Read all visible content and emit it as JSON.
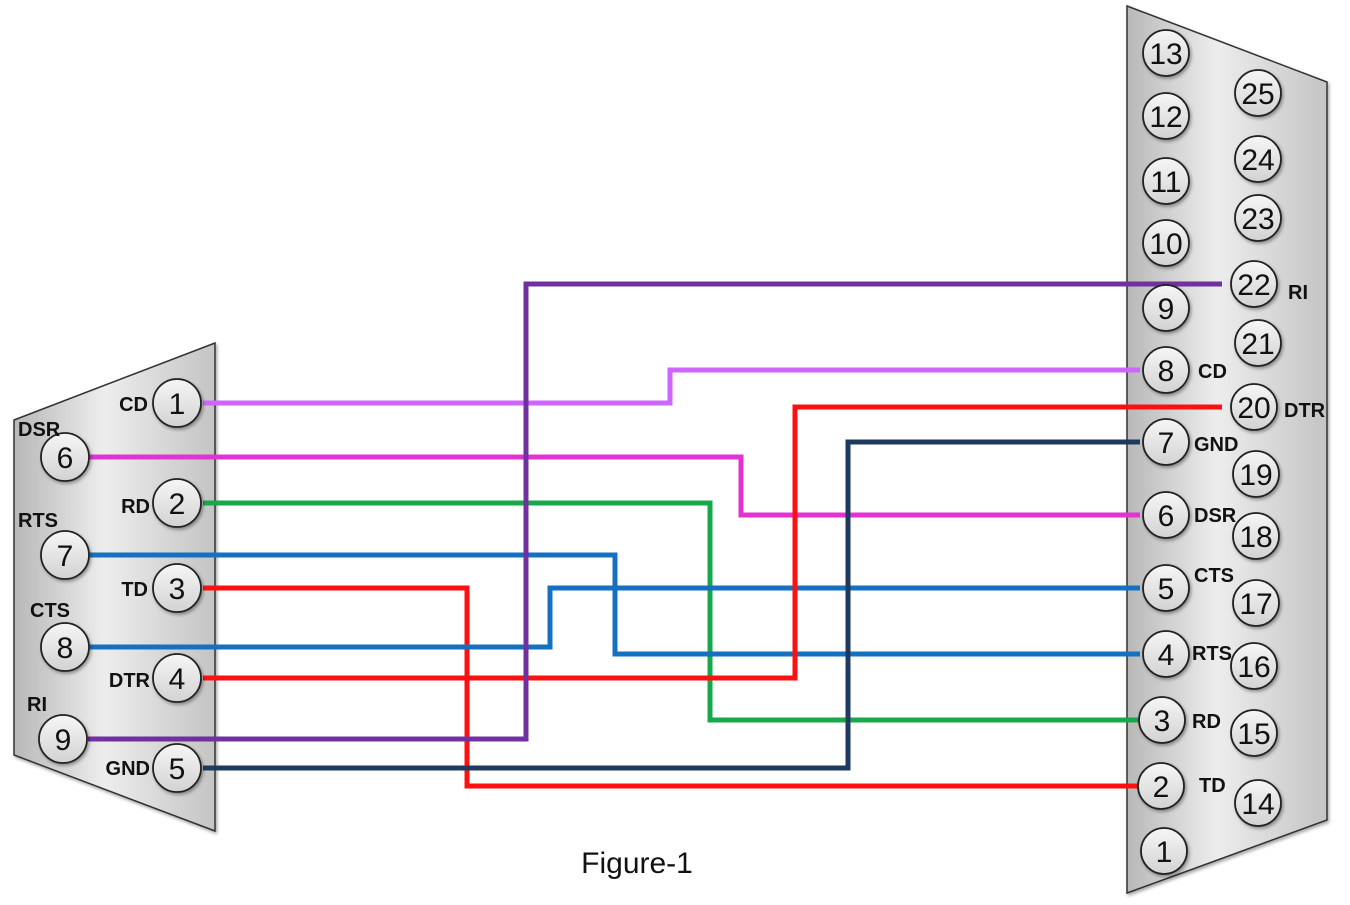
{
  "caption": "Figure-1",
  "colors": {
    "cd": "#cc66ff",
    "dsr": "#e033d0",
    "rd": "#16a84a",
    "rts_cts": "#1670c0",
    "td_dtr": "#ff1010",
    "ri": "#7030a0",
    "gnd": "#1f3a5f"
  },
  "db9": {
    "pins": [
      {
        "num": "1",
        "label": "CD"
      },
      {
        "num": "6",
        "label": "DSR"
      },
      {
        "num": "2",
        "label": "RD"
      },
      {
        "num": "7",
        "label": "RTS"
      },
      {
        "num": "3",
        "label": "TD"
      },
      {
        "num": "8",
        "label": "CTS"
      },
      {
        "num": "4",
        "label": "DTR"
      },
      {
        "num": "9",
        "label": "RI"
      },
      {
        "num": "5",
        "label": "GND"
      }
    ]
  },
  "db25": {
    "pins": [
      {
        "num": "13",
        "label": ""
      },
      {
        "num": "25",
        "label": ""
      },
      {
        "num": "12",
        "label": ""
      },
      {
        "num": "24",
        "label": ""
      },
      {
        "num": "11",
        "label": ""
      },
      {
        "num": "23",
        "label": ""
      },
      {
        "num": "10",
        "label": ""
      },
      {
        "num": "22",
        "label": "RI"
      },
      {
        "num": "9",
        "label": ""
      },
      {
        "num": "21",
        "label": ""
      },
      {
        "num": "8",
        "label": "CD"
      },
      {
        "num": "20",
        "label": "DTR"
      },
      {
        "num": "7",
        "label": "GND"
      },
      {
        "num": "19",
        "label": ""
      },
      {
        "num": "6",
        "label": "DSR"
      },
      {
        "num": "18",
        "label": ""
      },
      {
        "num": "5",
        "label": "CTS"
      },
      {
        "num": "17",
        "label": ""
      },
      {
        "num": "4",
        "label": "RTS"
      },
      {
        "num": "16",
        "label": ""
      },
      {
        "num": "3",
        "label": "RD"
      },
      {
        "num": "15",
        "label": ""
      },
      {
        "num": "2",
        "label": "TD"
      },
      {
        "num": "14",
        "label": ""
      },
      {
        "num": "1",
        "label": ""
      }
    ]
  },
  "wires": [
    {
      "from": "1",
      "to": "8",
      "color": "cd"
    },
    {
      "from": "6",
      "to": "6",
      "color": "dsr"
    },
    {
      "from": "2",
      "to": "3",
      "color": "rd"
    },
    {
      "from": "7",
      "to": "4",
      "color": "rts_cts"
    },
    {
      "from": "3",
      "to": "2",
      "color": "td_dtr"
    },
    {
      "from": "8",
      "to": "5",
      "color": "rts_cts"
    },
    {
      "from": "4",
      "to": "20",
      "color": "td_dtr"
    },
    {
      "from": "9",
      "to": "22",
      "color": "ri"
    },
    {
      "from": "5",
      "to": "7",
      "color": "gnd"
    }
  ]
}
